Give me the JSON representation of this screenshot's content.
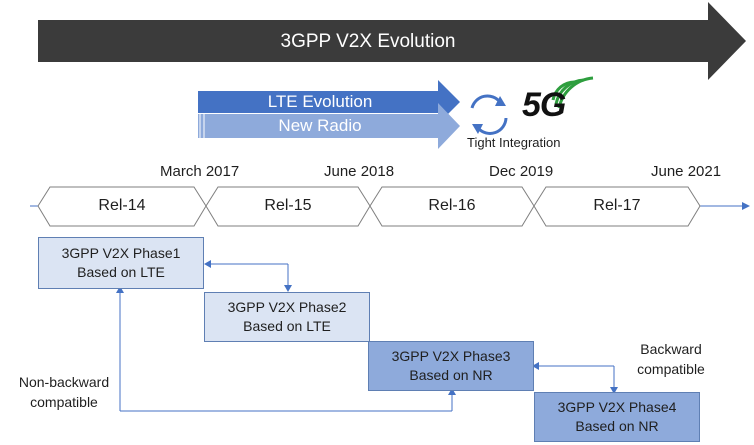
{
  "banner": {
    "title": "3GPP V2X Evolution"
  },
  "tracks": {
    "lte": "LTE Evolution",
    "nr": "New Radio"
  },
  "integration": {
    "caption": "Tight Integration",
    "logo_text": "5G"
  },
  "timeline": {
    "dates": [
      "March 2017",
      "June 2018",
      "Dec 2019",
      "June 2021"
    ],
    "releases": [
      "Rel-14",
      "Rel-15",
      "Rel-16",
      "Rel-17"
    ]
  },
  "phases": [
    {
      "line1": "3GPP V2X Phase1",
      "line2": "Based on LTE"
    },
    {
      "line1": "3GPP V2X Phase2",
      "line2": "Based on LTE"
    },
    {
      "line1": "3GPP V2X Phase3",
      "line2": "Based on NR"
    },
    {
      "line1": "3GPP V2X Phase4",
      "line2": "Based on NR"
    }
  ],
  "notes": {
    "non_backward": [
      "Non-backward",
      "compatible"
    ],
    "backward": [
      "Backward",
      "compatible"
    ]
  },
  "colors": {
    "banner": "#3b3b3b",
    "lte_arrow": "#4472c4",
    "nr_arrow": "#8eaadb",
    "connector": "#4472c4",
    "logo_green": "#2e9e3e"
  }
}
